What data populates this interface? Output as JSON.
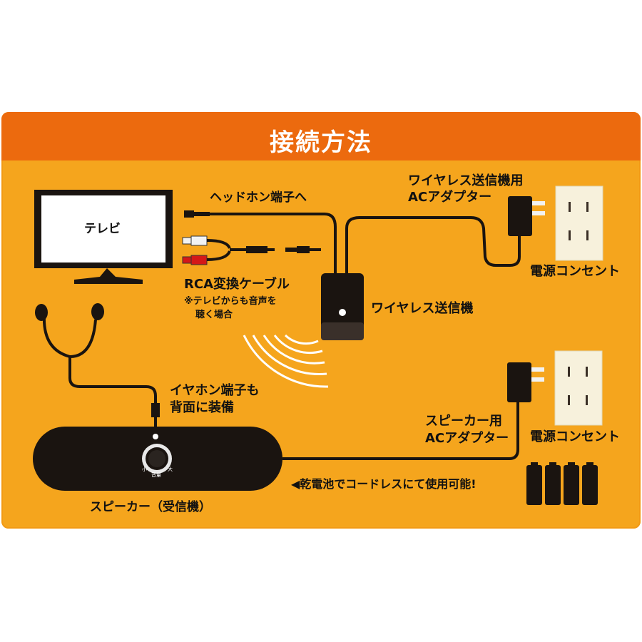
{
  "title": "接続方法",
  "labels": {
    "tv": "テレビ",
    "headphone_jack": "ヘッドホン端子へ",
    "rca_cable": "RCA変換ケーブル",
    "rca_note_line1": "※テレビからも音声を",
    "rca_note_line2": "聴く場合",
    "tx_adapter_line1": "ワイヤレス送信機用",
    "tx_adapter_line2": "ACアダプター",
    "outlet_1": "電源コンセント",
    "transmitter": "ワイヤレス送信機",
    "earphone_line1": "イヤホン端子も",
    "earphone_line2": "背面に装備",
    "spk_adapter_line1": "スピーカー用",
    "spk_adapter_line2": "ACアダプター",
    "outlet_2": "電源コンセント",
    "battery_note": "◀乾電池でコードレスにて使用可能!",
    "speaker": "スピーカー（受信機）",
    "knob_small": "小",
    "knob_volume": "音量",
    "knob_large": "大"
  },
  "colors": {
    "panel": "#f5a51d",
    "banner": "#ec6a0e",
    "device": "#1a1410",
    "outlet": "#f7f1dc",
    "rca_white": "#f2f2f2",
    "rca_red": "#d41818"
  }
}
